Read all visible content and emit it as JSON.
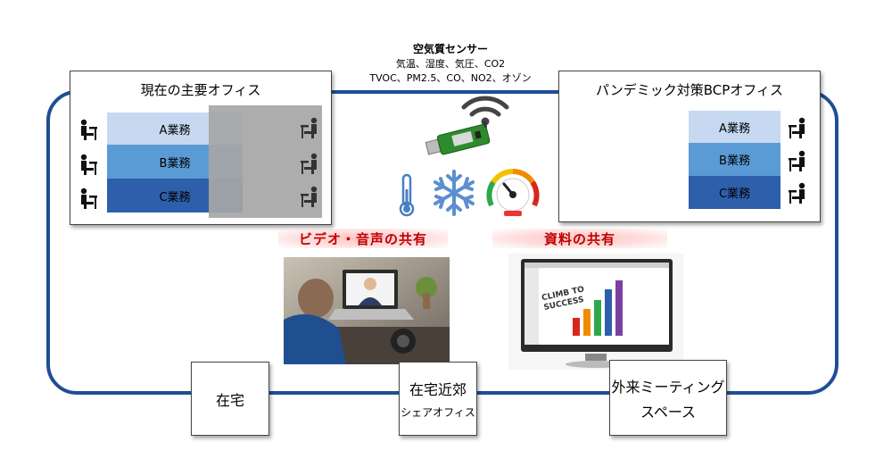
{
  "sensor": {
    "title": "空気質センサー",
    "line1": "気温、湿度、気圧、CO2",
    "line2": "TVOC、PM2.5、CO、NO2、オゾン"
  },
  "current_office": {
    "title": "現在の主要オフィス",
    "tasks": [
      "A業務",
      "B業務",
      "C業務"
    ]
  },
  "bcp_office": {
    "title": "パンデミック対策BCPオフィス",
    "tasks": [
      "A業務",
      "B業務",
      "C業務"
    ]
  },
  "sharing": {
    "video": "ビデオ・音声の共有",
    "docs": "資料の共有"
  },
  "slide": {
    "line1": "CLIMB TO",
    "line2": "SUCCESS"
  },
  "locations": {
    "home": "在宅",
    "near_home": "在宅近郊",
    "near_home_sub": "シェアオフィス",
    "meeting_line1": "外来ミーティング",
    "meeting_line2": "スペース"
  },
  "colors": {
    "loop": "#1f4e95",
    "task_a": "#c6d9f1",
    "task_b": "#5b9bd5",
    "task_c": "#2e5fab",
    "header_red": "#c00000"
  }
}
